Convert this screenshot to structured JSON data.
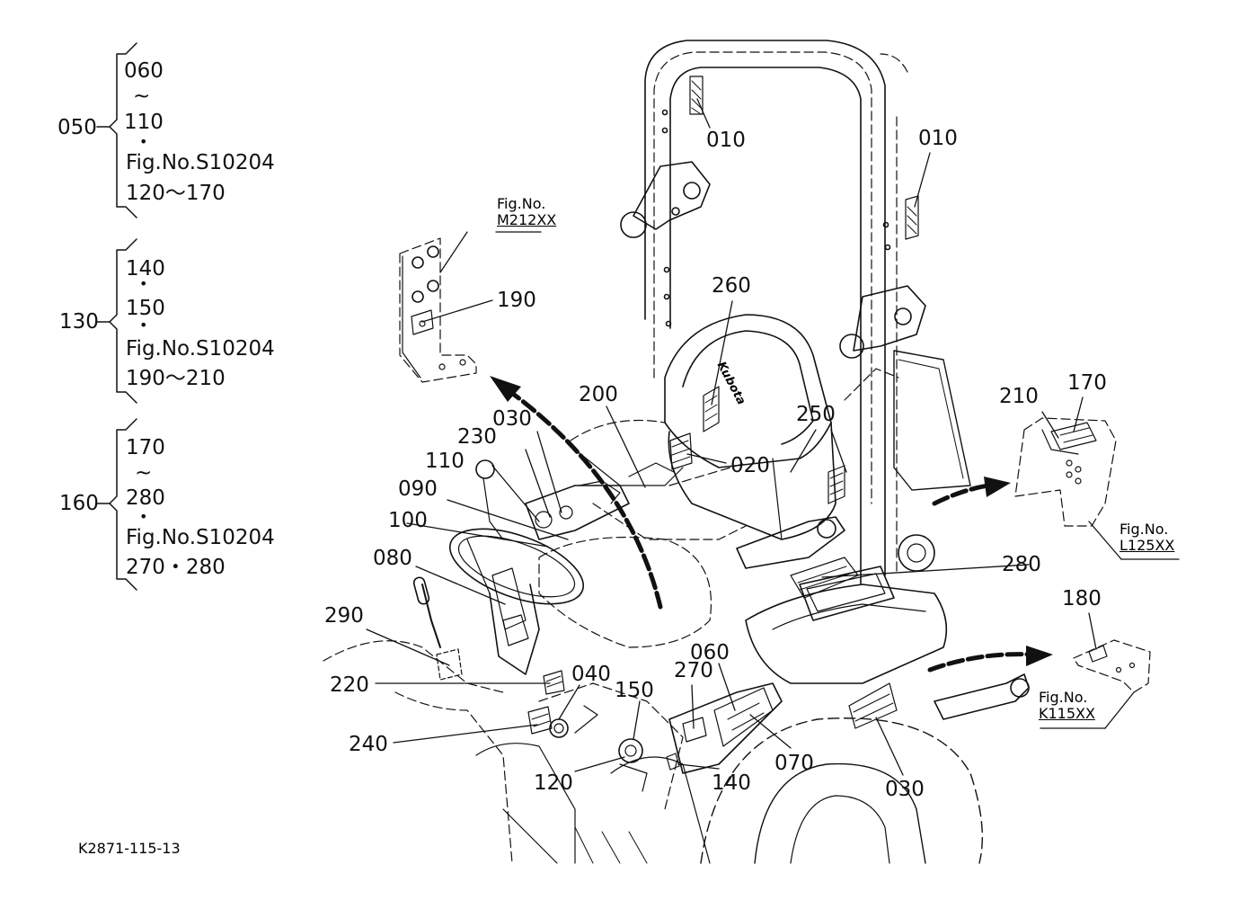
{
  "groups": [
    {
      "id": "050",
      "lines": [
        "060",
        "~",
        "110",
        "•",
        "Fig.No.S10204",
        "120～170"
      ]
    },
    {
      "id": "130",
      "lines": [
        "140",
        "•",
        "150",
        "•",
        "Fig.No.S10204",
        "190～210"
      ]
    },
    {
      "id": "160",
      "lines": [
        "170",
        "~",
        "280",
        "•",
        "Fig.No.S10204",
        "270・280"
      ]
    }
  ],
  "callouts": [
    "010",
    "010",
    "260",
    "190",
    "200",
    "030",
    "230",
    "110",
    "090",
    "100",
    "080",
    "020",
    "250",
    "210",
    "170",
    "280",
    "180",
    "290",
    "220",
    "040",
    "270",
    "060",
    "150",
    "240",
    "120",
    "140",
    "070",
    "030"
  ],
  "fig_refs": [
    {
      "prefix": "Fig.No.",
      "code": "M212XX"
    },
    {
      "prefix": "Fig.No.",
      "code": "L125XX"
    },
    {
      "prefix": "Fig.No.",
      "code": "K115XX"
    }
  ],
  "brand_text": "Kubota",
  "drawing_number": "K2871-115-13"
}
